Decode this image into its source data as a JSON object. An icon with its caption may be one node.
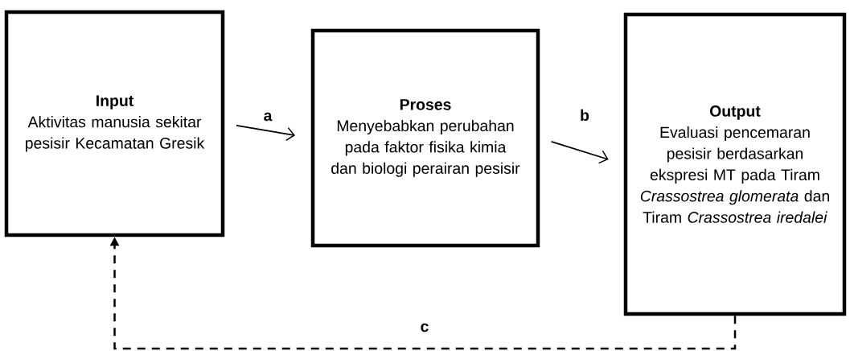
{
  "diagram": {
    "nodes": [
      {
        "text": [
          "Input",
          "Aktivitas manusia sekitar pesisir Kecamatan Gresik"
        ]
      },
      {
        "text": [
          "Proses",
          "Menyebabkan perubahan pada faktor fisika kimia dan biologi perairan pesisir"
        ]
      },
      {
        "text": [
          "Output",
          "Evaluasi pencemaran pesisir berdasarkan ekspresi MT pada Tiram *Crassostrea glomerata* dan Tiram *Crassostrea iredalei*"
        ]
      }
    ],
    "edges": [
      {
        "from": 0,
        "to": 1,
        "arrow": "to",
        "label": "a"
      },
      {
        "from": 1,
        "to": 2,
        "arrow": "to",
        "label": "b"
      },
      {
        "from": 2,
        "to": 0,
        "arrow": "to",
        "label": "c",
        "style": "dashed"
      }
    ]
  }
}
